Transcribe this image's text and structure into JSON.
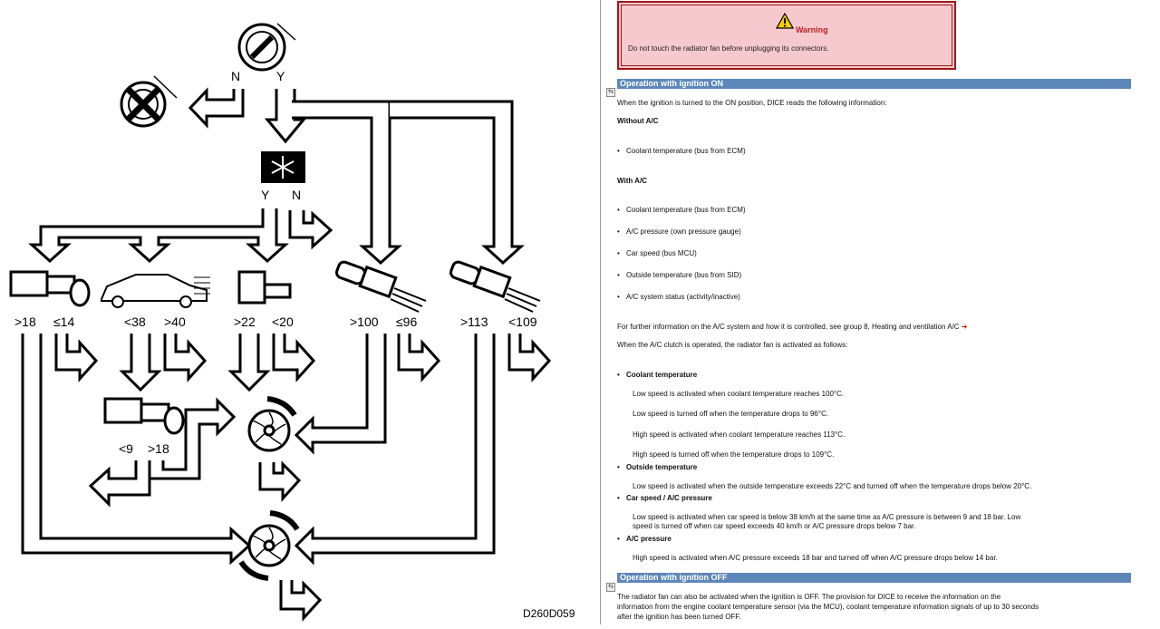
{
  "diagram": {
    "ignition_labels": {
      "no": "N",
      "yes": "Y"
    },
    "ac_labels": {
      "yes": "Y",
      "no": "N"
    },
    "thresholds": {
      "ect1_high": ">18",
      "ect1_low": "≤14",
      "speed_low": "<38",
      "speed_high": ">40",
      "outside_high": ">22",
      "outside_low": "<20",
      "temp1_high": ">100",
      "temp1_low": "≤96",
      "temp2_high": ">113",
      "temp2_low": "<109",
      "pressure_low": "<9",
      "pressure_high": ">18"
    },
    "figure_code": "D260D059"
  },
  "doc": {
    "warning": {
      "title": "Warning",
      "text": "Do not touch the radiator fan before unplugging its connectors."
    },
    "section_on": {
      "title": "Operation with ignition ON",
      "intro": "When the ignition is turned to the ON position, DICE reads the following information:",
      "without_ac_heading": "Without A/C",
      "without_ac_items": [
        "Coolant temperature (bus from ECM)"
      ],
      "with_ac_heading": "With A/C",
      "with_ac_items": [
        "Coolant temperature (bus from ECM)",
        "A/C pressure (own pressure gauge)",
        "Car speed (bus MCU)",
        "Outside temperature (bus from SID)",
        "A/C system status (activity/inactive)"
      ],
      "more_info": "For further information on the A/C system and how it is controlled, see group 8, Heating and ventilation A/C",
      "fan_intro": "When the A/C clutch is operated, the radiator fan is activated as follows:"
    },
    "conditions": [
      {
        "heading": "Coolant temperature",
        "lines": [
          "Low speed is activated when coolant temperature reaches 100°C.",
          "Low speed is turned off when the temperature drops to 96°C.",
          "High speed is activated when coolant temperature reaches 113°C.",
          "High speed is turned off when the temperature drops to 109°C."
        ]
      },
      {
        "heading": "Outside temperature",
        "lines": [
          "Low speed is activated when the outside temperature exceeds 22°C and turned off when the temperature drops below 20°C."
        ]
      },
      {
        "heading": "Car speed / A/C pressure",
        "lines": [
          "Low speed is activated when car speed is below 38 km/h at the same time as A/C pressure is between 9 and 18 bar. Low",
          "speed is turned off when car speed exceeds 40 km/h or A/C pressure drops below 7 bar."
        ]
      },
      {
        "heading": "A/C pressure",
        "lines": [
          "High speed is activated when A/C pressure exceeds 18 bar and turned off when A/C pressure drops below 14 bar."
        ]
      }
    ],
    "section_off": {
      "title": "Operation with ignition OFF",
      "lines": [
        "The radiator fan can also be activated when the ignition is OFF. The provision for DICE to receive the information on the",
        "information from the engine coolant temperature sensor (via the MCU), coolant temperature information signals of up to 30 seconds",
        "after the ignition has been turned OFF."
      ]
    }
  }
}
